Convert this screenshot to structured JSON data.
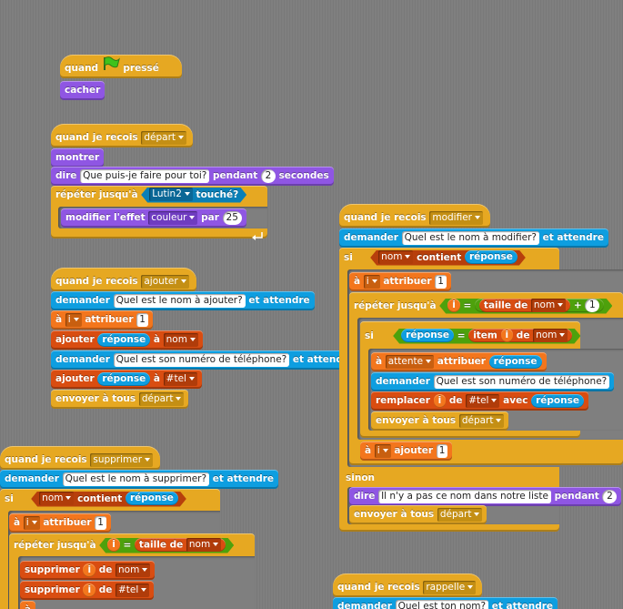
{
  "script1": {
    "hat_quand": "quand",
    "hat_presse": "pressé",
    "hide": "cacher"
  },
  "script2": {
    "hat": "quand je recois",
    "msg": "départ",
    "show": "montrer",
    "say_label": "dire",
    "say_text": "Que puis-je faire pour toi?",
    "say_during": "pendant",
    "say_secs": "2",
    "say_secondes": "secondes",
    "repeat_until": "répéter jusqu'à",
    "sprite": "Lutin2",
    "touched": "touché?",
    "effect_label": "modifier l'effet",
    "effect": "couleur",
    "effect_par": "par",
    "effect_val": "25"
  },
  "script3": {
    "hat": "quand je recois",
    "msg": "ajouter",
    "ask_label": "demander",
    "ask1": "Quel est le nom à ajouter?",
    "ask_wait": "et attendre",
    "set_a": "à",
    "var_i": "i",
    "set_attr": "attribuer",
    "set_val": "1",
    "add_label": "ajouter",
    "answer": "réponse",
    "add_to": "à",
    "list_nom": "nom",
    "ask2": "Quel est son numéro de téléphone?",
    "list_tel": "#tel",
    "broadcast_label": "envoyer à tous",
    "broadcast_msg": "départ"
  },
  "script4": {
    "hat": "quand je recois",
    "msg": "supprimer",
    "ask_label": "demander",
    "ask": "Quel est le nom à supprimer?",
    "ask_wait": "et attendre",
    "if_label": "si",
    "list_nom": "nom",
    "contains": "contient",
    "answer": "réponse",
    "set_a": "à",
    "var_i": "i",
    "set_attr": "attribuer",
    "set_val": "1",
    "repeat_until": "répéter jusqu'à",
    "eq": "=",
    "length_of": "taille de",
    "delete_label": "supprimer",
    "de": "de",
    "list_tel": "#tel"
  },
  "script5": {
    "hat": "quand je recois",
    "msg": "modifier",
    "ask_label": "demander",
    "ask1": "Quel est le nom à modifier?",
    "ask_wait": "et attendre",
    "if_label": "si",
    "list_nom": "nom",
    "contains": "contient",
    "answer": "réponse",
    "set_a": "à",
    "var_i": "i",
    "set_attr": "attribuer",
    "set_val": "1",
    "repeat_until": "répéter jusqu'à",
    "eq": "=",
    "length_of": "taille de",
    "plus": "+",
    "plus_val": "1",
    "item_label": "item",
    "de": "de",
    "var_attente": "attente",
    "ask2": "Quel est son numéro de téléphone?",
    "replace_label": "remplacer",
    "list_tel": "#tel",
    "with": "avec",
    "broadcast_label": "envoyer à tous",
    "broadcast_msg": "départ",
    "change_a": "à",
    "change_label": "ajouter",
    "change_val": "1",
    "else_label": "sinon",
    "say_label": "dire",
    "say_text": "Il n'y a pas ce nom dans notre liste",
    "say_during": "pendant",
    "say_secs": "2",
    "broadcast2_msg": "départ"
  },
  "script6": {
    "hat": "quand je recois",
    "msg": "rappelle",
    "ask_label": "demander",
    "ask": "Quel est ton nom?",
    "ask_wait": "et attendre"
  },
  "colors": {
    "control": "#e6a822",
    "sensing": "#0e9ee0",
    "looks": "#8f56e3",
    "variables": "#f3761d",
    "lists": "#d94d11",
    "operators": "#62c213",
    "background": "#7f7f7f"
  }
}
